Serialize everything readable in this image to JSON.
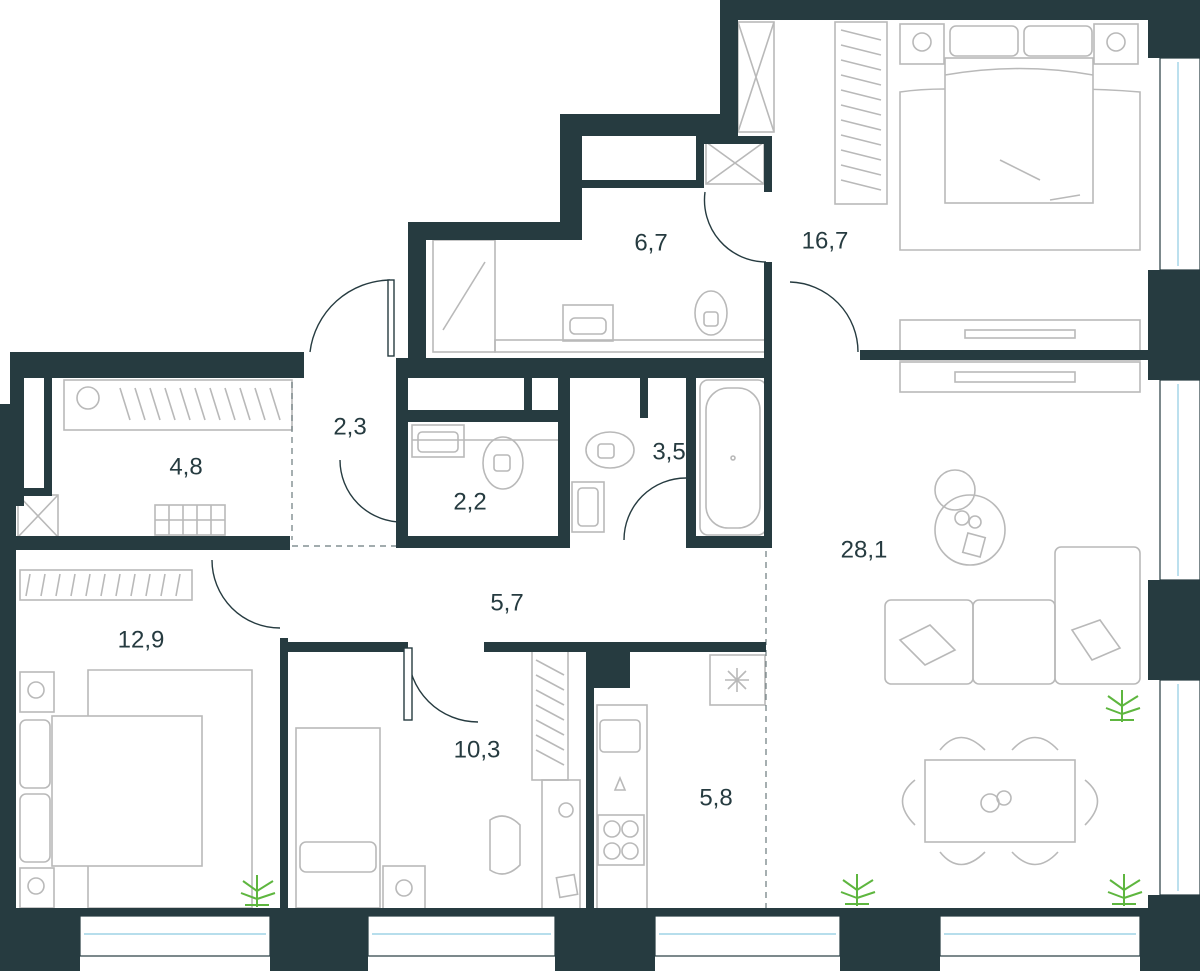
{
  "rooms": {
    "master_bedroom": "16,7",
    "bathroom_main": "6,7",
    "hall_small": "2,3",
    "storage": "4,8",
    "wc": "2,2",
    "bathroom": "3,5",
    "living_room": "28,1",
    "corridor": "5,7",
    "bedroom_left": "12,9",
    "bedroom_child": "10,3",
    "kitchen": "5,8"
  },
  "colors": {
    "wall": "#263b40",
    "furniture": "#b9b9b9",
    "window": "#9fd3e6",
    "plant": "#5eb63f"
  }
}
